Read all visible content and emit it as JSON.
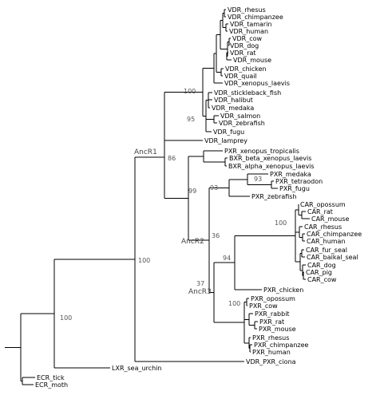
{
  "colors": {
    "line": "#000000",
    "support_text": "#555555",
    "background": "#ffffff"
  },
  "taxa": [
    "VDR_rhesus",
    "VDR_chimpanzee",
    "VDR_tamarin",
    "VDR_human",
    "VDR_cow",
    "VDR_dog",
    "VDR_rat",
    "VDR_mouse",
    "VDR_chicken",
    "VDR_quail",
    "VDR_xenopus_laevis",
    "VDR_stickleback_fish",
    "VDR_halibut",
    "VDR_medaka",
    "VDR_salmon",
    "VDR_zebrafish",
    "VDR_fugu",
    "VDR_lamprey",
    "PXR_xenopus_tropicalis",
    "BXR_beta_xenopus_laevis",
    "BXR_alpha_xenopus_laevis",
    "PXR_medaka",
    "PXR_tetraodon",
    "PXR_fugu",
    "PXR_zebrafish",
    "CAR_opossum",
    "CAR_rat",
    "CAR_mouse",
    "CAR_rhesus",
    "CAR_chimpanzee",
    "CAR_human",
    "CAR_fur_seal",
    "CAR_baikal_seal",
    "CAR_dog",
    "CAR_pig",
    "CAR_cow",
    "PXR_chicken",
    "PXR_opossum",
    "PXR_cow",
    "PXR_rabbit",
    "PXR_rat",
    "PXR_mouse",
    "PXR_rhesus",
    "PXR_chimpanzee",
    "PXR_human",
    "VDR_PXR_ciona",
    "LXR_sea_urchin",
    "ECR_tick",
    "ECR_moth"
  ],
  "support_values": [
    "100",
    "95",
    "86",
    "99",
    "93",
    "93",
    "100",
    "36",
    "94",
    "37",
    "100",
    "100",
    "100"
  ],
  "ancestral_nodes": [
    "AncR1",
    "AncR2",
    "AncR3"
  ]
}
